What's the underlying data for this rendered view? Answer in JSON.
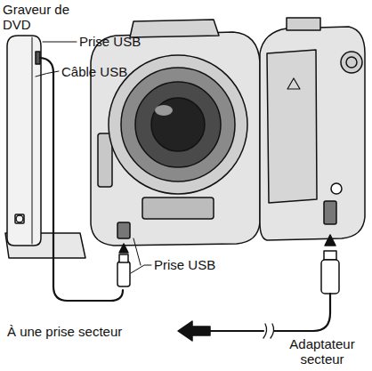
{
  "diagram": {
    "labels": [
      "Graveur de DVD",
      "Prise USB",
      "Câble USB",
      "Prise USB",
      "À une prise secteur",
      "Adaptateur secteur"
    ]
  }
}
